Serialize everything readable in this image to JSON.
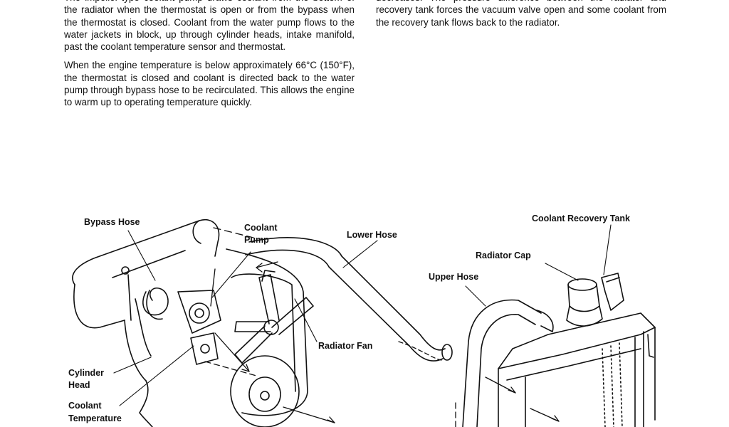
{
  "text": {
    "left_paragraphs": [
      "The impeller-type coolant pump draws coolant from the bottom of the radiator when the thermostat is open or from the bypass when the thermostat is closed. Coolant from the water pump flows to the water jackets in block, up through cylinder heads, intake manifold, past the coolant temperature sensor and thermostat.",
      "When the engine temperature is below approximately 66°C (150°F), the thermostat is closed and coolant is directed back to the water pump through bypass hose to be recirculated. This allows the engine to warm up to operating temperature quickly."
    ],
    "right_paragraphs": [
      "decreases. The pressure difference between the radiator and recovery tank forces the vacuum valve open and some coolant from the recovery tank flows back to the radiator."
    ]
  },
  "diagram": {
    "labels": {
      "bypass_hose": "Bypass Hose",
      "coolant_pump_line1": "Coolant",
      "coolant_pump_line2": "Pump",
      "lower_hose": "Lower Hose",
      "coolant_recovery_tank": "Coolant Recovery Tank",
      "radiator_cap": "Radiator Cap",
      "upper_hose": "Upper Hose",
      "radiator_fan": "Radiator Fan",
      "cylinder_head_line1": "Cylinder",
      "cylinder_head_line2": "Head",
      "coolant_temp_line1": "Coolant",
      "coolant_temp_line2": "Temperature"
    }
  }
}
